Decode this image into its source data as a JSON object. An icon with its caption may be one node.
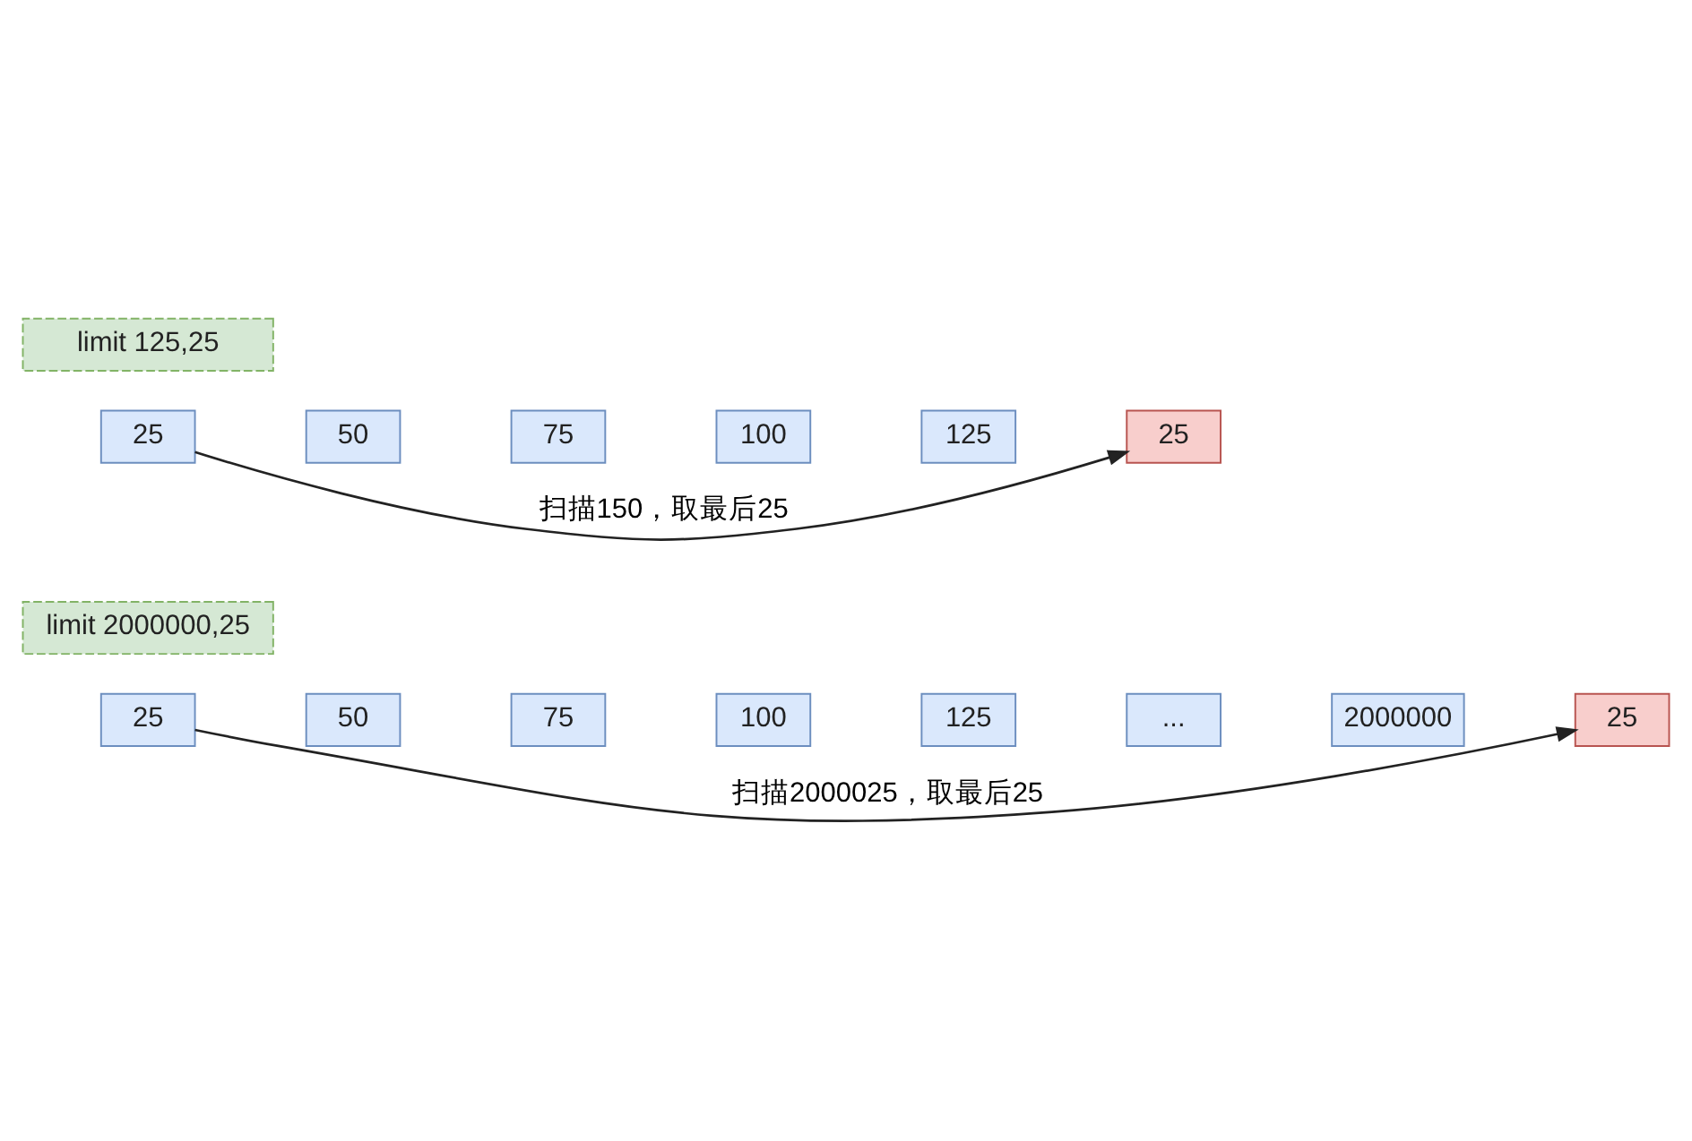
{
  "diagram": {
    "nodes": [
      {
        "text": [
          "limit 125,25"
        ]
      },
      {
        "text": [
          "25"
        ]
      },
      {
        "text": [
          "50"
        ]
      },
      {
        "text": [
          "75"
        ]
      },
      {
        "text": [
          "100"
        ]
      },
      {
        "text": [
          "125"
        ]
      },
      {
        "text": [
          "25"
        ]
      },
      {
        "text": [
          "limit 2000000,25"
        ]
      },
      {
        "text": [
          "25"
        ]
      },
      {
        "text": [
          "50"
        ]
      },
      {
        "text": [
          "75"
        ]
      },
      {
        "text": [
          "100"
        ]
      },
      {
        "text": [
          "125"
        ]
      },
      {
        "text": [
          "..."
        ]
      },
      {
        "text": [
          "2000000"
        ]
      },
      {
        "text": [
          "25"
        ]
      }
    ],
    "edges": [
      {
        "from": 1,
        "to": 6,
        "arrow": "to",
        "label": "扫描150，取最后25"
      },
      {
        "from": 8,
        "to": 15,
        "arrow": "to",
        "label": "扫描2000025，取最后25"
      }
    ]
  }
}
